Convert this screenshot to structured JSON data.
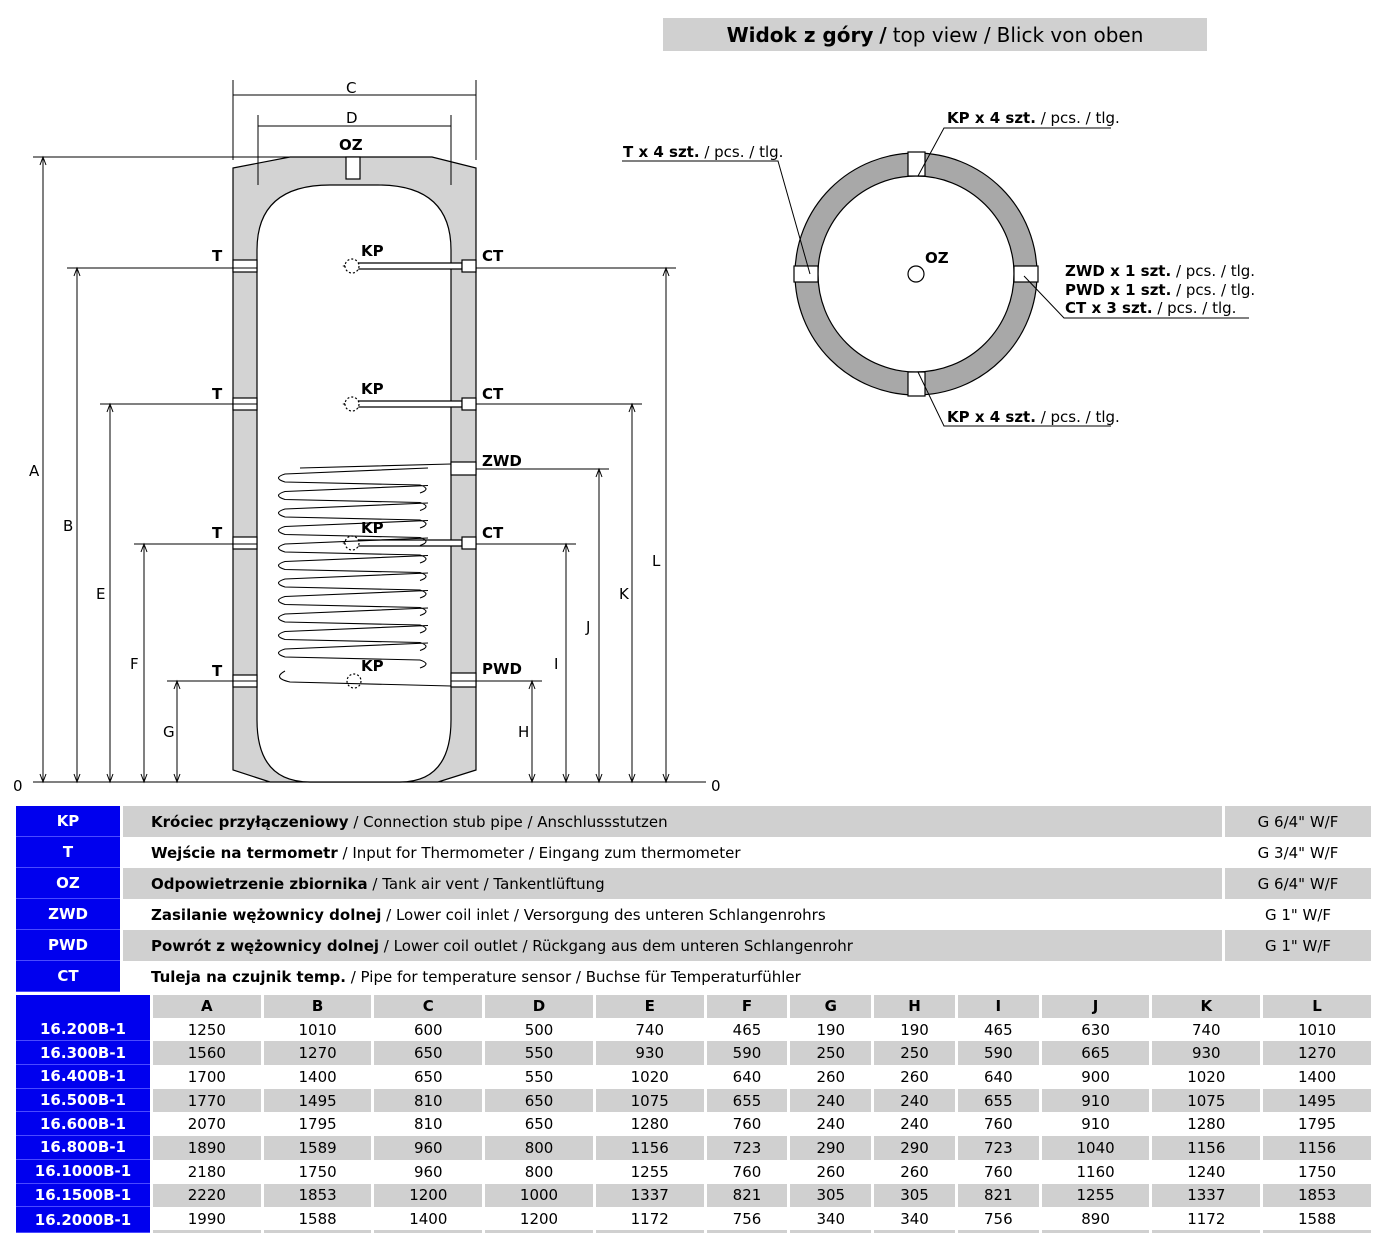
{
  "title": {
    "pl": "Widok z góry",
    "sep": "/",
    "en": "top view",
    "de": "Blick von oben"
  },
  "diagram": {
    "dims": {
      "A": "A",
      "B": "B",
      "C": "C",
      "D": "D",
      "E": "E",
      "F": "F",
      "G": "G",
      "H": "H",
      "I": "I",
      "J": "J",
      "K": "K",
      "L": "L",
      "zero": "0"
    },
    "ports": {
      "OZ": "OZ",
      "T": "T",
      "KP": "KP",
      "CT": "CT",
      "ZWD": "ZWD",
      "PWD": "PWD"
    },
    "top_view": {
      "kp_top": {
        "bold": "KP x 4 szt.",
        "rest": " / pcs. / tlg."
      },
      "t_left": {
        "bold": "T x 4 szt.",
        "rest": " / pcs. / tlg."
      },
      "oz": "OZ",
      "zwd": {
        "bold": "ZWD x 1 szt.",
        "rest": " / pcs. / tlg."
      },
      "pwd": {
        "bold": "PWD x 1 szt.",
        "rest": " / pcs. / tlg."
      },
      "ct": {
        "bold": "CT x 3 szt.",
        "rest": " / pcs. / tlg."
      },
      "kp_bottom": {
        "bold": "KP x 4 szt.",
        "rest": " / pcs. / tlg."
      }
    }
  },
  "legend": [
    {
      "code": "KP",
      "pl": "Króciec przyłączeniowy",
      "rest": " / Connection stub pipe / Anschlussstutzen",
      "spec": "G 6/4\" W/F"
    },
    {
      "code": "T",
      "pl": "Wejście na termometr",
      "rest": " / Input for Thermometer / Eingang zum thermometer",
      "spec": "G 3/4\" W/F"
    },
    {
      "code": "OZ",
      "pl": "Odpowietrzenie zbiornika",
      "rest": " / Tank air vent / Tankentlüftung",
      "spec": "G 6/4\" W/F"
    },
    {
      "code": "ZWD",
      "pl": "Zasilanie wężownicy dolnej",
      "rest": " / Lower coil inlet / Versorgung des unteren Schlangenrohrs",
      "spec": "G 1\" W/F"
    },
    {
      "code": "PWD",
      "pl": "Powrót z wężownicy dolnej",
      "rest": " / Lower coil outlet / Rückgang aus dem unteren Schlangenrohr",
      "spec": "G 1\" W/F"
    },
    {
      "code": "CT",
      "pl": "Tuleja na czujnik temp.",
      "rest": " / Pipe for temperature sensor / Buchse für Temperaturfühler",
      "spec": ""
    }
  ],
  "dimensions": {
    "columns": [
      "A",
      "B",
      "C",
      "D",
      "E",
      "F",
      "G",
      "H",
      "I",
      "J",
      "K",
      "L"
    ],
    "rows": [
      {
        "model": "16.200B-1",
        "values": [
          "1250",
          "1010",
          "600",
          "500",
          "740",
          "465",
          "190",
          "190",
          "465",
          "630",
          "740",
          "1010"
        ]
      },
      {
        "model": "16.300B-1",
        "values": [
          "1560",
          "1270",
          "650",
          "550",
          "930",
          "590",
          "250",
          "250",
          "590",
          "665",
          "930",
          "1270"
        ]
      },
      {
        "model": "16.400B-1",
        "values": [
          "1700",
          "1400",
          "650",
          "550",
          "1020",
          "640",
          "260",
          "260",
          "640",
          "900",
          "1020",
          "1400"
        ]
      },
      {
        "model": "16.500B-1",
        "values": [
          "1770",
          "1495",
          "810",
          "650",
          "1075",
          "655",
          "240",
          "240",
          "655",
          "910",
          "1075",
          "1495"
        ]
      },
      {
        "model": "16.600B-1",
        "values": [
          "2070",
          "1795",
          "810",
          "650",
          "1280",
          "760",
          "240",
          "240",
          "760",
          "910",
          "1280",
          "1795"
        ]
      },
      {
        "model": "16.800B-1",
        "values": [
          "1890",
          "1589",
          "960",
          "800",
          "1156",
          "723",
          "290",
          "290",
          "723",
          "1040",
          "1156",
          "1156"
        ]
      },
      {
        "model": "16.1000B-1",
        "values": [
          "2180",
          "1750",
          "960",
          "800",
          "1255",
          "760",
          "260",
          "260",
          "760",
          "1160",
          "1240",
          "1750"
        ]
      },
      {
        "model": "16.1500B-1",
        "values": [
          "2220",
          "1853",
          "1200",
          "1000",
          "1337",
          "821",
          "305",
          "305",
          "821",
          "1255",
          "1337",
          "1853"
        ]
      },
      {
        "model": "16.2000B-1",
        "values": [
          "1990",
          "1588",
          "1400",
          "1200",
          "1172",
          "756",
          "340",
          "340",
          "756",
          "890",
          "1172",
          "1588"
        ]
      }
    ]
  }
}
